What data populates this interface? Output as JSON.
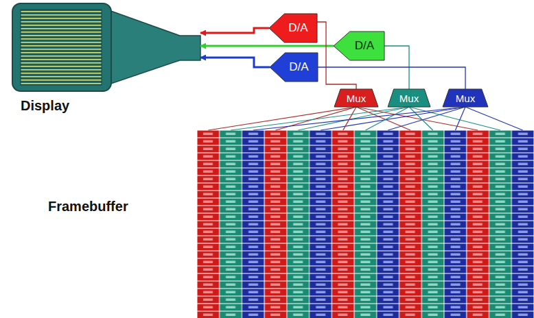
{
  "diagram": {
    "nodes": [
      {
        "text": [
          "Display"
        ]
      },
      {
        "text": [
          "D/A"
        ]
      },
      {
        "text": [
          "D/A"
        ]
      },
      {
        "text": [
          "D/A"
        ]
      },
      {
        "text": [
          "Mux"
        ]
      },
      {
        "text": [
          "Mux"
        ]
      },
      {
        "text": [
          "Mux"
        ]
      },
      {
        "text": [
          "Framebuffer"
        ]
      }
    ],
    "edges": [
      {
        "from": 1,
        "to": 0,
        "arrow": "to"
      },
      {
        "from": 2,
        "to": 0,
        "arrow": "to"
      },
      {
        "from": 3,
        "to": 0,
        "arrow": "to"
      },
      {
        "from": 4,
        "to": 1,
        "arrow": "none"
      },
      {
        "from": 5,
        "to": 2,
        "arrow": "none"
      },
      {
        "from": 6,
        "to": 3,
        "arrow": "none"
      },
      {
        "from": 7,
        "to": 4,
        "arrow": "none"
      },
      {
        "from": 7,
        "to": 5,
        "arrow": "none"
      },
      {
        "from": 7,
        "to": 6,
        "arrow": "none"
      }
    ]
  }
}
